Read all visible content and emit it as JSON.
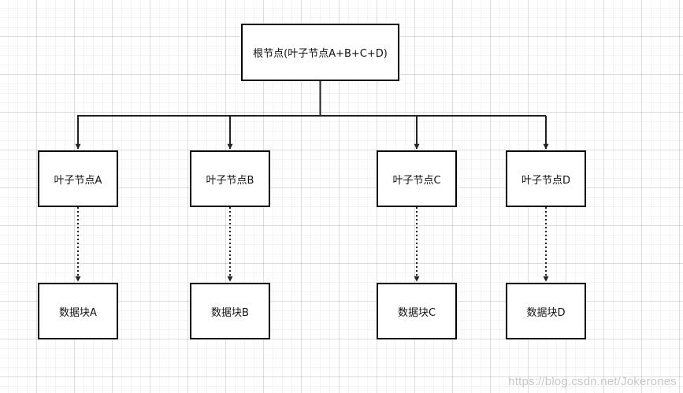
{
  "diagram": {
    "root": {
      "label": "根节点(叶子节点A+B+C+D)"
    },
    "leaves": [
      {
        "label": "叶子节点A"
      },
      {
        "label": "叶子节点B"
      },
      {
        "label": "叶子节点C"
      },
      {
        "label": "叶子节点D"
      }
    ],
    "blocks": [
      {
        "label": "数据块A"
      },
      {
        "label": "数据块B"
      },
      {
        "label": "数据块C"
      },
      {
        "label": "数据块D"
      }
    ],
    "edges": [
      {
        "from": "根节点(叶子节点A+B+C+D)",
        "to": "叶子节点A",
        "style": "solid"
      },
      {
        "from": "根节点(叶子节点A+B+C+D)",
        "to": "叶子节点B",
        "style": "solid"
      },
      {
        "from": "根节点(叶子节点A+B+C+D)",
        "to": "叶子节点C",
        "style": "solid"
      },
      {
        "from": "根节点(叶子节点A+B+C+D)",
        "to": "叶子节点D",
        "style": "solid"
      },
      {
        "from": "叶子节点A",
        "to": "数据块A",
        "style": "dotted"
      },
      {
        "from": "叶子节点B",
        "to": "数据块B",
        "style": "dotted"
      },
      {
        "from": "叶子节点C",
        "to": "数据块C",
        "style": "dotted"
      },
      {
        "from": "叶子节点D",
        "to": "数据块D",
        "style": "dotted"
      }
    ],
    "colors": {
      "stroke": "#000000",
      "node_fill": "#ffffff",
      "text": "#111111",
      "watermark": "#b4b4b4"
    }
  },
  "watermark": {
    "text": "https://blog.csdn.net/Jokerones"
  }
}
